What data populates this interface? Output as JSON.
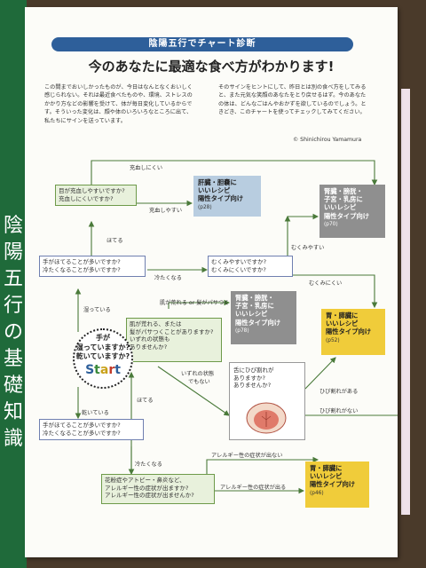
{
  "spine": {
    "text": "陰陽五行の基礎知識"
  },
  "banner": "陰陽五行でチャート診断",
  "headline": "今のあなたに最適な食べ方がわかります!",
  "intro_left": "この間までおいしかったものが、今日はなんとなくおいしく感じられない。それは最近食べたものや、環境、ストレスのかかり方などの影響を受けて、体が毎日変化しているからです。そういった変化は、顔や体のいろいろなところに出て、私たちにサインを送っています。",
  "intro_right": "そのサインをヒントにして、昨日とは別の食べ方をしてみると、また元気な笑顔のあなたをとり戻せるはず。今のあなたの体は、どんなごはんやおかずを欲しているのでしょう。ときどき、このチャートを使ってチェックしてみてください。",
  "author": "© Shinichirou Yamamura",
  "start": {
    "line1": "手が",
    "line2": "湿っていますか?",
    "line3": "乾いていますか?",
    "word": [
      "S",
      "t",
      "a",
      "r",
      "t"
    ]
  },
  "questions": {
    "q_blood": [
      "目が充血しやすいですか?",
      "充血しにくいですか?"
    ],
    "q_hot_cold_1": [
      "手がほてることが多いですか?",
      "冷たくなることが多いですか?"
    ],
    "q_swell": [
      "むくみやすいですか?",
      "むくみにくいですか?"
    ],
    "q_skin": [
      "肌が荒れる、または",
      "髪がパサつくことがありますか?",
      "いずれの状態も",
      "ありませんか?"
    ],
    "q_tongue": [
      "舌にひび割れが",
      "ありますか?",
      "ありませんか?"
    ],
    "q_hot_cold_2": [
      "手がほてることが多いですか?",
      "冷たくなることが多いですか?"
    ],
    "q_allergy": [
      "花粉症やアトピー・鼻炎など、",
      "アレルギー性の症状が出ますか?",
      "アレルギー性の症状が出ませんか?"
    ]
  },
  "results": {
    "liver": {
      "lines": [
        "肝臓・胆嚢に",
        "いいレシピ",
        "陽性タイプ向け"
      ],
      "page": "(p28)"
    },
    "kidney_top": {
      "lines": [
        "腎臓・膀胱・",
        "子宮・乳房に",
        "いいレシピ",
        "陽性タイプ向け"
      ],
      "page": "(p70)"
    },
    "kidney_mid": {
      "lines": [
        "腎臓・膀胱・",
        "子宮・乳房に",
        "いいレシピ",
        "陽性タイプ向け"
      ],
      "page": "(p78)"
    },
    "stomach_mid": {
      "lines": [
        "胃・膵臓に",
        "いいレシピ",
        "陽性タイプ向け"
      ],
      "page": "(p52)"
    },
    "stomach_bottom": {
      "lines": [
        "胃・膵臓に",
        "いいレシピ",
        "陽性タイプ向け"
      ],
      "page": "(p46)"
    }
  },
  "labels": {
    "no_blood": "充血しにくい",
    "yes_blood": "充血しやすい",
    "hot_1": "ほてる",
    "swell_yes": "むくみやすい",
    "swell_no": "むくみにくい",
    "cold_1": "冷たくなる",
    "wet": "湿っている",
    "dry": "乾いている",
    "skin_bad": "肌が荒れる or 髪がパサつく",
    "neither": [
      "いずれの状態",
      "でもない"
    ],
    "hot_2": "ほてる",
    "crack_yes": "ひび割れがある",
    "crack_no": "ひび割れがない",
    "cold_2": "冷たくなる",
    "allergy_no": "アレルギー性の症状が出ない",
    "allergy_yes": "アレルギー性の症状が出る"
  }
}
